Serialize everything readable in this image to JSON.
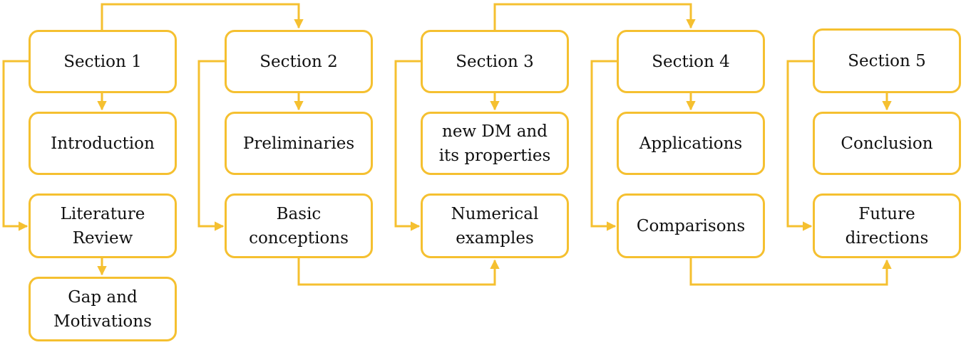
{
  "colors": {
    "accent": "#F5C030",
    "text": "#111111",
    "background": "#ffffff"
  },
  "columns": [
    {
      "section": "Section 1",
      "items": [
        "Introduction",
        "Literature\nReview",
        "Gap and\nMotivations"
      ]
    },
    {
      "section": "Section 2",
      "items": [
        "Preliminaries",
        "Basic\nconceptions"
      ]
    },
    {
      "section": "Section 3",
      "items": [
        "new DM and\nits properties",
        "Numerical\nexamples"
      ]
    },
    {
      "section": "Section 4",
      "items": [
        "Applications",
        "Comparisons"
      ]
    },
    {
      "section": "Section 5",
      "items": [
        "Conclusion",
        "Future\ndirections"
      ]
    }
  ]
}
